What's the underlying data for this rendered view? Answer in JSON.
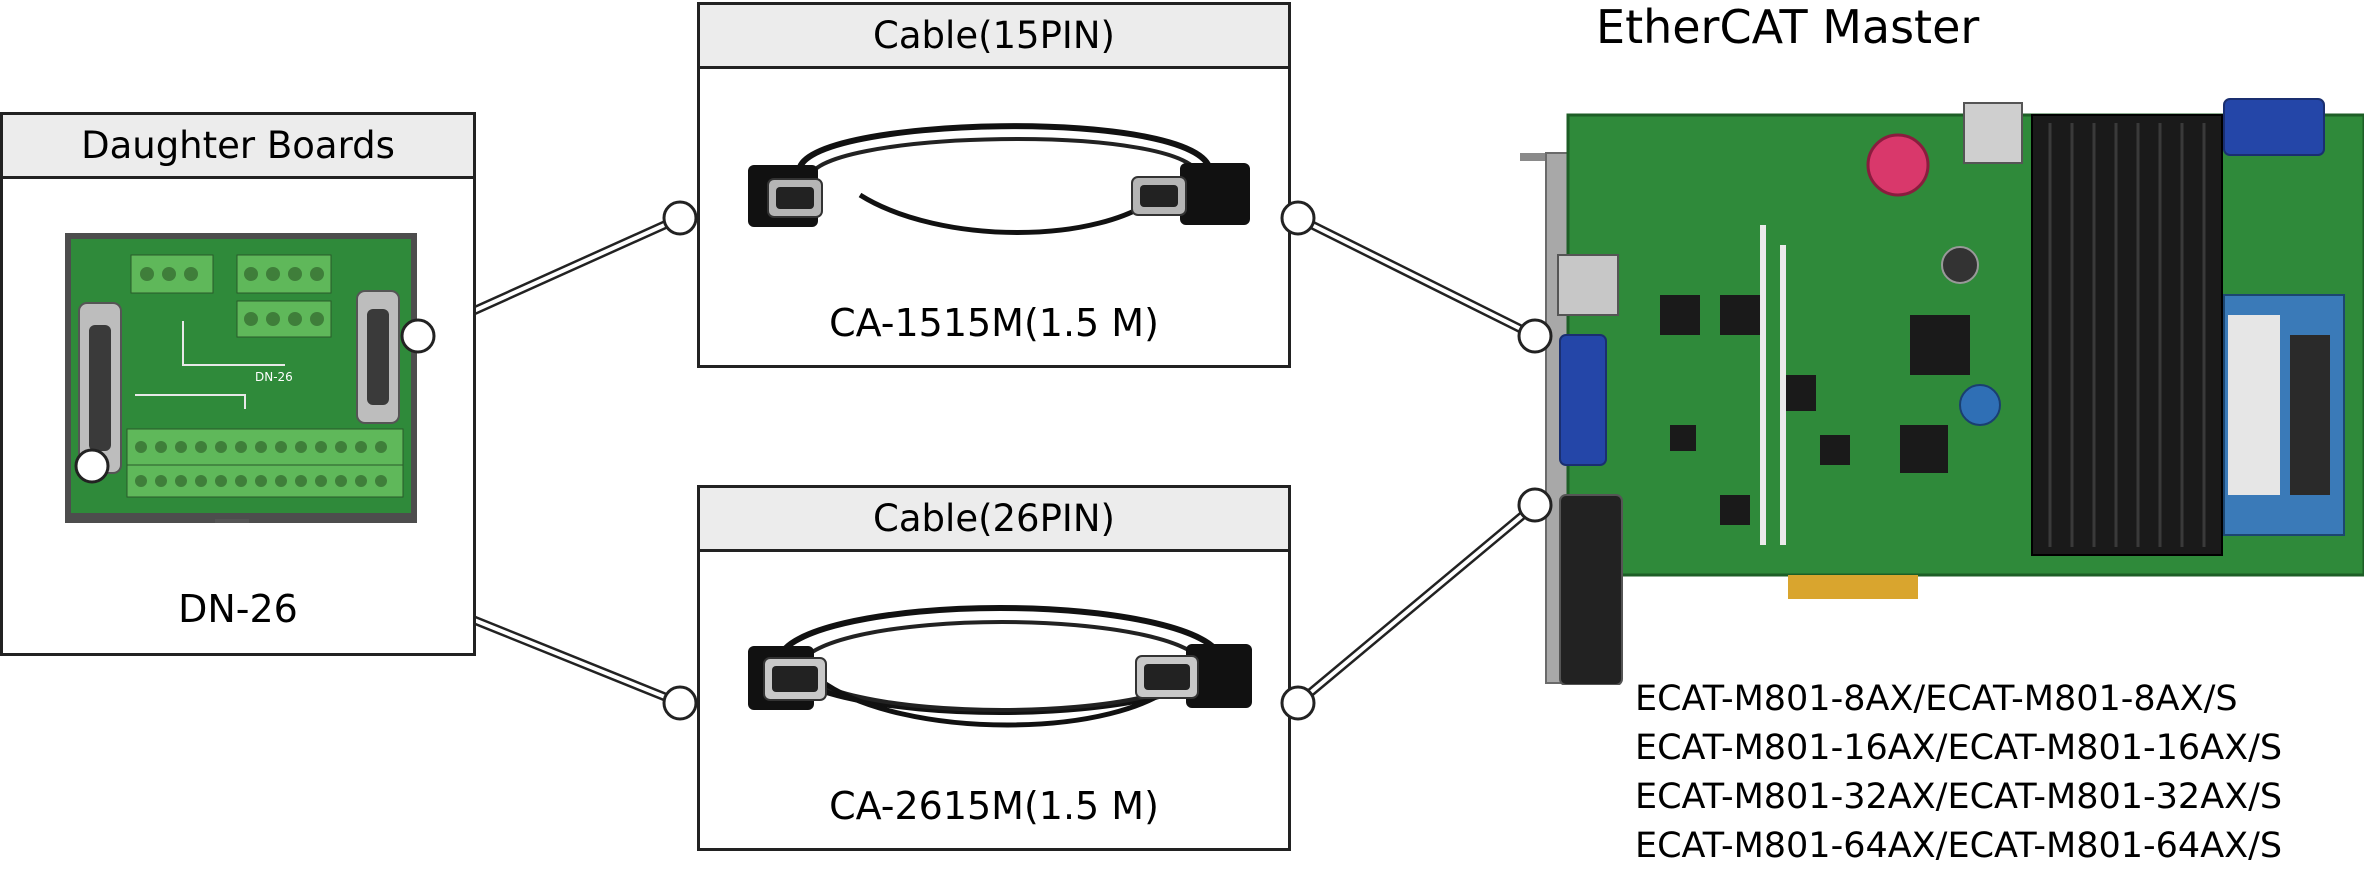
{
  "daughter_boards": {
    "header": "Daughter Boards",
    "caption": "DN-26"
  },
  "cable_15": {
    "header": "Cable(15PIN)",
    "caption": "CA-1515M(1.5 M)"
  },
  "cable_26": {
    "header": "Cable(26PIN)",
    "caption": "CA-2615M(1.5 M)"
  },
  "master": {
    "title": "EtherCAT Master",
    "models": [
      "ECAT-M801-8AX/ECAT-M801-8AX/S",
      "ECAT-M801-16AX/ECAT-M801-16AX/S",
      "ECAT-M801-32AX/ECAT-M801-32AX/S",
      "ECAT-M801-64AX/ECAT-M801-64AX/S"
    ]
  },
  "colors": {
    "pcb_green": "#2f8a3a",
    "terminal_green": "#5fb85a",
    "heatsink": "#1a1a1a",
    "vga_blue": "#2446a8"
  }
}
